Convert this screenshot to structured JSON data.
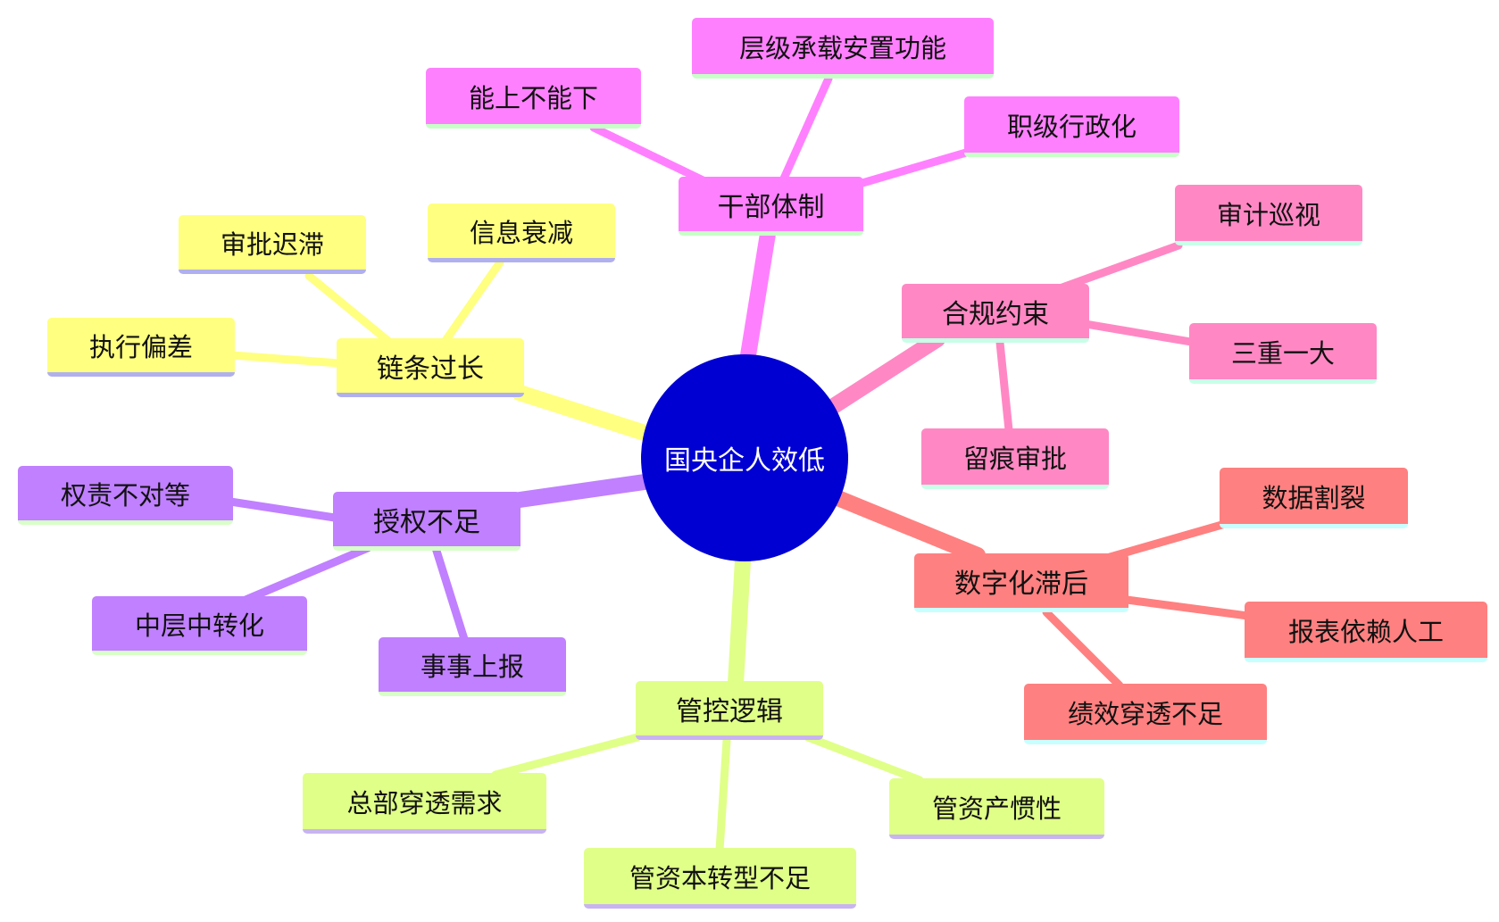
{
  "mindmap": {
    "root": {
      "label": "国央企人效低",
      "color": "#0000d2"
    },
    "branches": [
      {
        "id": "ganbu",
        "label": "干部体制",
        "color": "#ff80ff",
        "underline": "#c8ffc8",
        "children": [
          {
            "label": "能上不能下"
          },
          {
            "label": "层级承载安置功能"
          },
          {
            "label": "职级行政化"
          }
        ]
      },
      {
        "id": "hegui",
        "label": "合规约束",
        "color": "#ff88c4",
        "underline": "#c8ffe8",
        "children": [
          {
            "label": "审计巡视"
          },
          {
            "label": "三重一大"
          },
          {
            "label": "留痕审批"
          }
        ]
      },
      {
        "id": "shuzi",
        "label": "数字化滞后",
        "color": "#ff8080",
        "underline": "#c8ffff",
        "children": [
          {
            "label": "数据割裂"
          },
          {
            "label": "报表依赖人工"
          },
          {
            "label": "绩效穿透不足"
          }
        ]
      },
      {
        "id": "guankong",
        "label": "管控逻辑",
        "color": "#e0ff88",
        "underline": "#c8b4f0",
        "children": [
          {
            "label": "总部穿透需求"
          },
          {
            "label": "管资本转型不足"
          },
          {
            "label": "管资产惯性"
          }
        ]
      },
      {
        "id": "shouquan",
        "label": "授权不足",
        "color": "#c080ff",
        "underline": "#d8ffc8",
        "children": [
          {
            "label": "权责不对等"
          },
          {
            "label": "中层中转化"
          },
          {
            "label": "事事上报"
          }
        ]
      },
      {
        "id": "lianjiao",
        "label": "链条过长",
        "color": "#ffff80",
        "underline": "#b0b0ee",
        "children": [
          {
            "label": "执行偏差"
          },
          {
            "label": "审批迟滞"
          },
          {
            "label": "信息衰减"
          }
        ]
      }
    ]
  }
}
